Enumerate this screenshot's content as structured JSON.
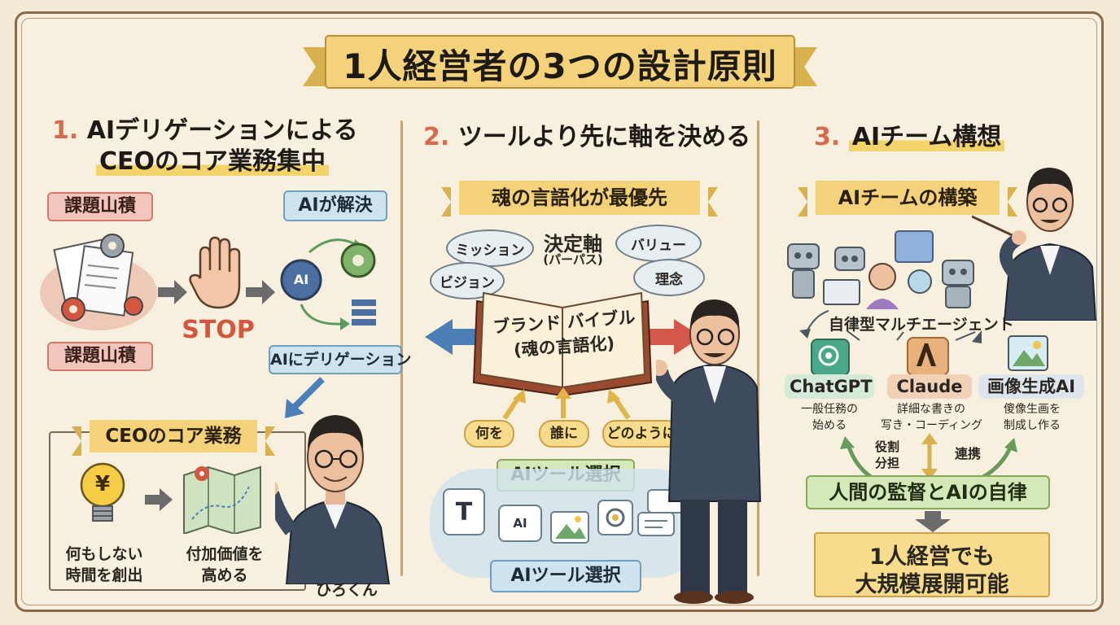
{
  "title": "1人経営者の3つの設計原則",
  "section1": {
    "number": "1.",
    "title_line1": "AIデリゲーションによる",
    "title_line2": "CEOのコア業務集中",
    "issues_label_top": "課題山積",
    "issues_label_bottom": "課題山積",
    "stop_label": "STOP",
    "ai_solves_label": "AIが解決",
    "ai_chip": "AI",
    "delegation_label": "AIにデリゲーション",
    "ceo_core_label": "CEOのコア業務",
    "currency_symbol": "¥",
    "step1_line1": "何もしない",
    "step1_line2": "時間を創出",
    "step2_line1": "付加価値を",
    "step2_line2": "高める",
    "person_name": "ひろくん"
  },
  "section2": {
    "number": "2.",
    "title": "ツールより先に軸を決める",
    "ribbon": "魂の言語化が最優先",
    "center_label": "決定軸",
    "center_sub": "(パーパス)",
    "cloud_mission": "ミッション",
    "cloud_value": "バリュー",
    "cloud_vision": "ビジョン",
    "cloud_philosophy": "理念",
    "book_line1": "ブランド バイブル",
    "book_line2": "(魂の言語化)",
    "q_what": "何を",
    "q_who": "誰に",
    "q_how": "どのように",
    "tool_select_top": "AIツール選択",
    "tool_select_bottom": "AIツール選択",
    "card_text_icon": "T",
    "card_ai_icon": "AI"
  },
  "section3": {
    "number": "3.",
    "title": "AIチーム構想",
    "ribbon": "AIチームの構築",
    "autonomous_label": "自律型マルチエージェント",
    "agents": [
      {
        "name": "ChatGPT",
        "desc_line1": "一般任務の",
        "desc_line2": "始める"
      },
      {
        "name": "Claude",
        "desc_line1": "詳細な書きの",
        "desc_line2": "写き・コーディング"
      },
      {
        "name": "画像生成AI",
        "desc_line1": "傻像生画を",
        "desc_line2": "制成し作る"
      }
    ],
    "role_line1": "役割",
    "role_line2": "分担",
    "cooperation": "連携",
    "oversight": "人間の監督とAIの自律",
    "result_line1": "1人経営でも",
    "result_line2": "大規模展開可能"
  },
  "colors": {
    "background": "#f4ead6",
    "accent_red": "#d46a4e",
    "ribbon_gold": "#f3d27a",
    "arrow_blue": "#4c7fb8",
    "arrow_red": "#d4584a"
  }
}
